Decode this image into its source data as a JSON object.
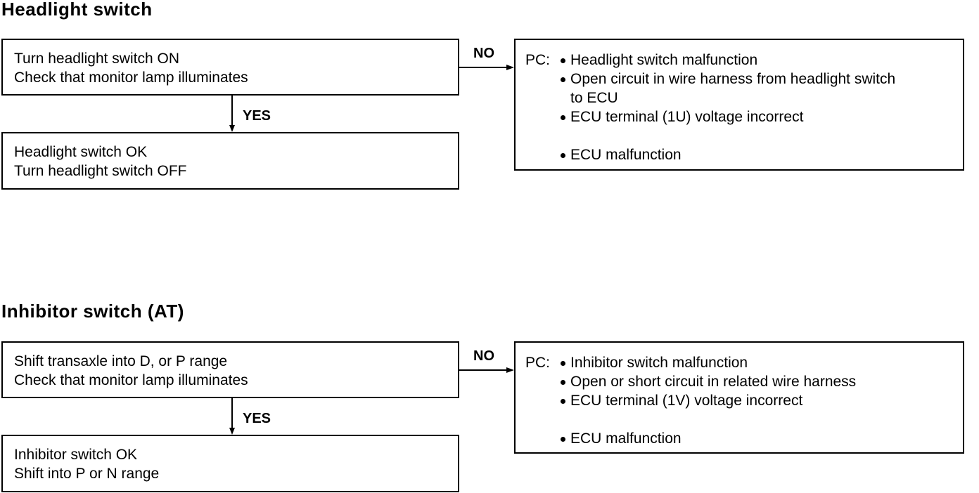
{
  "sections": [
    {
      "title": "Headlight switch",
      "check_box": {
        "lines": [
          "Turn headlight switch ON",
          "Check that monitor lamp illuminates"
        ]
      },
      "yes_label": "YES",
      "ok_box": {
        "lines": [
          "Headlight switch OK",
          "Turn headlight switch OFF"
        ]
      },
      "no_label": "NO",
      "cause_box": {
        "prefix": "PC:",
        "items": [
          {
            "text": "Headlight switch malfunction"
          },
          {
            "text": "Open circuit in wire harness from headlight switch",
            "continuation": "to ECU"
          },
          {
            "text": "ECU terminal (1U) voltage incorrect"
          },
          {
            "text": "ECU malfunction"
          }
        ]
      }
    },
    {
      "title": "Inhibitor switch (AT)",
      "check_box": {
        "lines": [
          "Shift transaxle into D, or P range",
          "Check that monitor lamp illuminates"
        ]
      },
      "yes_label": "YES",
      "ok_box": {
        "lines": [
          "Inhibitor switch OK",
          "Shift into P or N range"
        ]
      },
      "no_label": "NO",
      "cause_box": {
        "prefix": "PC:",
        "items": [
          {
            "text": "Inhibitor switch malfunction"
          },
          {
            "text": "Open or short circuit in related wire harness"
          },
          {
            "text": "ECU terminal (1V) voltage incorrect"
          },
          {
            "text": "ECU malfunction"
          }
        ]
      }
    }
  ]
}
